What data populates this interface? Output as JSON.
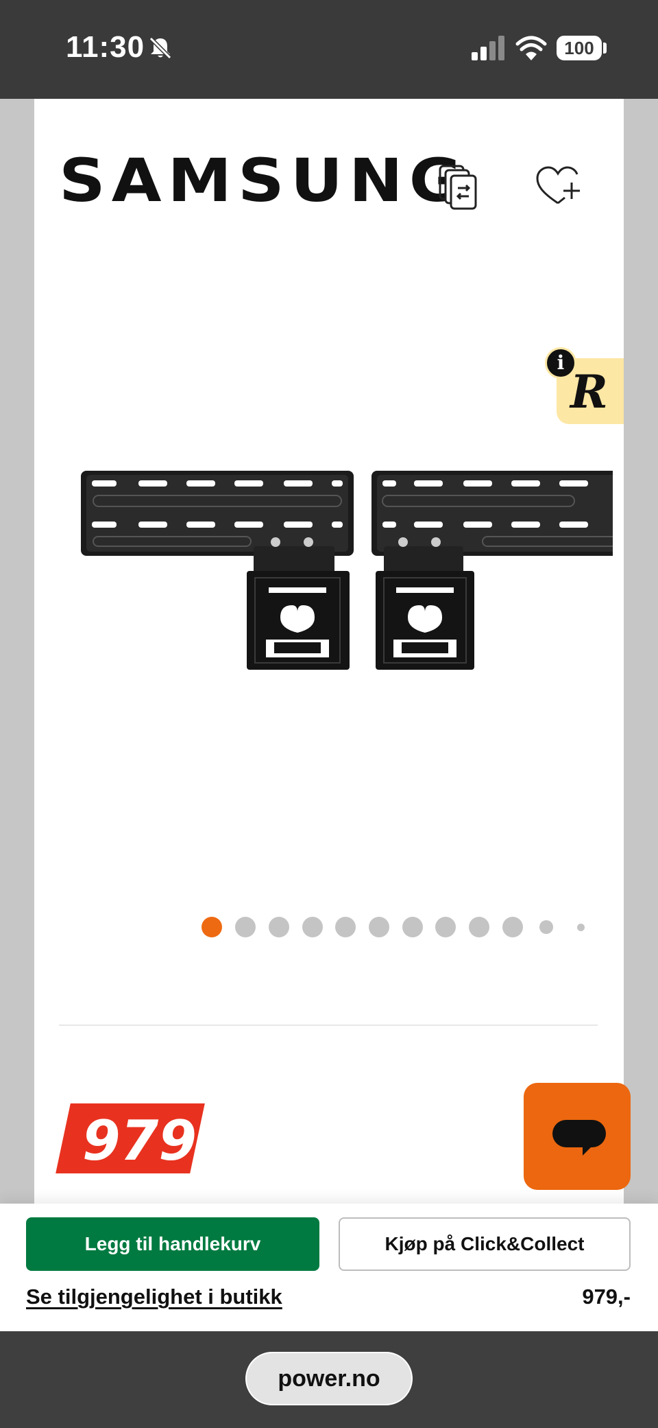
{
  "status_bar": {
    "time": "11:30",
    "battery": "100"
  },
  "product": {
    "brand": "SAMSUNG",
    "image_count": 12,
    "active_image_index": 0,
    "price_badge": "979"
  },
  "icons": {
    "compare": "compare-icon",
    "wishlist": "heart-plus-icon",
    "chat": "chat-bubble-icon",
    "info": "info-icon"
  },
  "actions": {
    "add_to_cart": "Legg til handlekurv",
    "click_collect": "Kjøp på Click&Collect",
    "availability": "Se tilgjengelighet i butikk",
    "price": "979,-"
  },
  "browser": {
    "url": "power.no"
  },
  "colors": {
    "accent_orange": "#ee6a12",
    "price_red": "#e8321f",
    "cart_green": "#007a40",
    "badge_yellow": "#fde7a5"
  }
}
